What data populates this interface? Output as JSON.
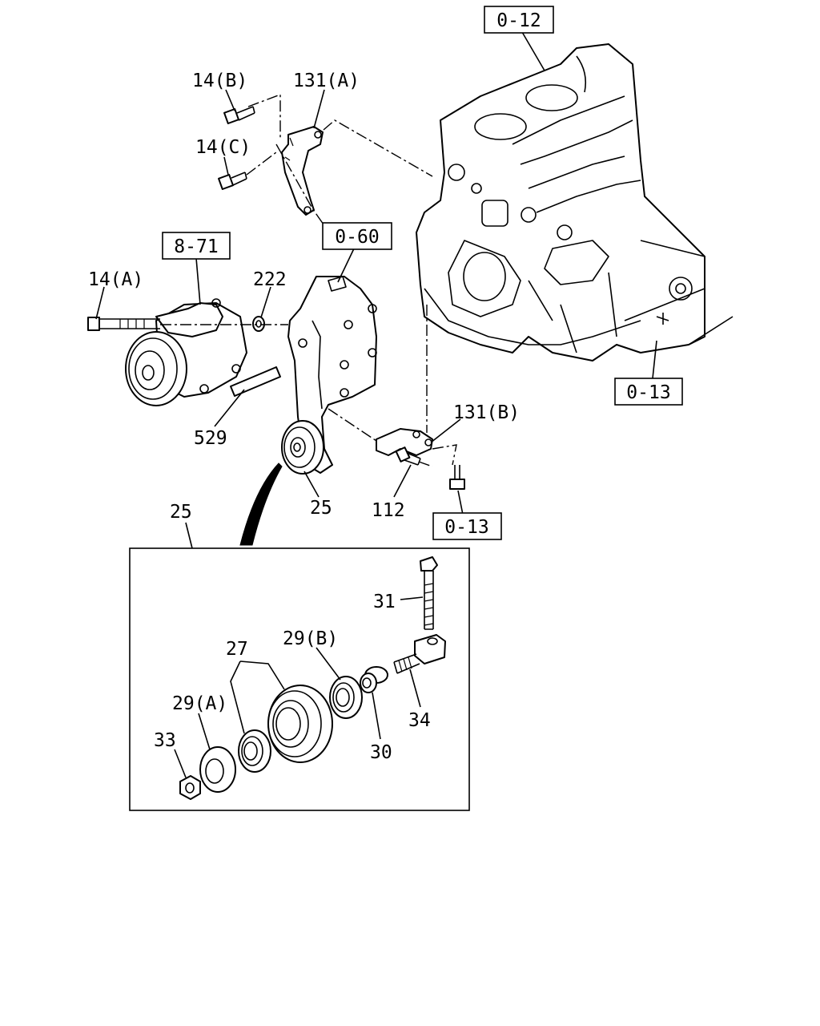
{
  "refs": {
    "r_0_12": "0-12",
    "r_0_60": "0-60",
    "r_8_71": "8-71",
    "r_0_13_a": "0-13",
    "r_0_13_b": "0-13"
  },
  "labels": {
    "l_14b": "14(B)",
    "l_131a": "131(A)",
    "l_14c": "14(C)",
    "l_14a": "14(A)",
    "l_222": "222",
    "l_529": "529",
    "l_25_main": "25",
    "l_131b": "131(B)",
    "l_112": "112",
    "l_25_detail": "25",
    "l_31": "31",
    "l_27": "27",
    "l_29b": "29(B)",
    "l_29a": "29(A)",
    "l_33": "33",
    "l_30": "30",
    "l_34": "34"
  }
}
